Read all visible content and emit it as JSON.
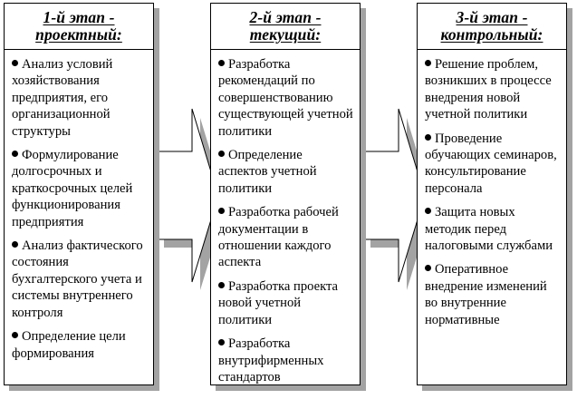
{
  "stages": [
    {
      "title_line1": "1-й этап -",
      "title_line2": "проектный:",
      "items": [
        "Анализ условий хозяйствования предприятия, его организационной структуры",
        "Формулирование долгосрочных и краткосрочных целей функционирования предприятия",
        "Анализ фактического состояния бухгалтерского учета и системы внутреннего контроля",
        "Определение цели формирования"
      ]
    },
    {
      "title_line1": "2-й этап -",
      "title_line2": "текущий:",
      "items": [
        "Разработка рекомендаций по совершенствованию существующей учетной политики",
        "Определение аспектов учетной политики",
        "Разработка рабочей документации в отношении каждого аспекта",
        "Разработка проекта новой учетной политики",
        "Разработка внутрифирменных стандартов"
      ]
    },
    {
      "title_line1": "3-й этап -",
      "title_line2": "контрольный:",
      "items": [
        "Решение проблем, возникших в процессе внедрения новой учетной политики",
        "Проведение обучающих семинаров, консультирование персонала",
        "Защита новых методик перед налоговыми службами",
        "Оперативное внедрение изменений во внутренние нормативные"
      ]
    }
  ],
  "colors": {
    "border": "#000000",
    "shadow": "#a3a3a3",
    "arrow_fill": "#ffffff"
  }
}
